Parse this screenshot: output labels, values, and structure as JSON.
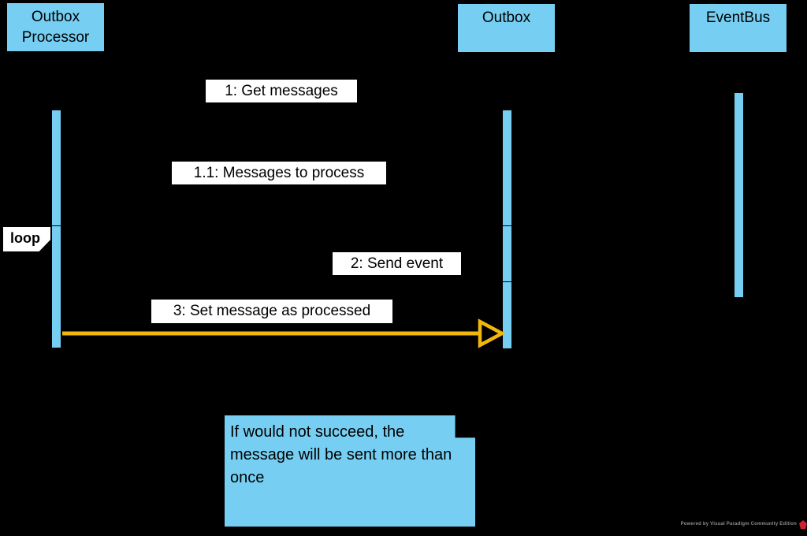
{
  "diagram": {
    "type": "uml-sequence",
    "participants": [
      {
        "id": "outbox-processor",
        "name": "Outbox Processor"
      },
      {
        "id": "outbox",
        "name": "Outbox"
      },
      {
        "id": "eventbus",
        "name": "EventBus"
      }
    ],
    "messages": [
      {
        "label": "1: Get messages"
      },
      {
        "label": "1.1: Messages to process"
      },
      {
        "label": "2: Send event"
      },
      {
        "label": "3: Set message as processed",
        "arrow_direction": "right",
        "arrow_color": "#F2B70D"
      }
    ],
    "fragment": {
      "operator": "loop"
    },
    "note": {
      "text": "If would not succeed, the message will be sent more than once"
    },
    "colors": {
      "background": "#000000",
      "shape_fill": "#76CFF2",
      "shape_border": "#000000",
      "label_background": "#FFFFFF",
      "text": "#000000",
      "arrow": "#F2B70D",
      "watermark_text": "#8C8C8C",
      "watermark_logo": "#CE2331"
    }
  },
  "watermark": {
    "label": "Powered by Visual Paradigm Community Edition"
  }
}
